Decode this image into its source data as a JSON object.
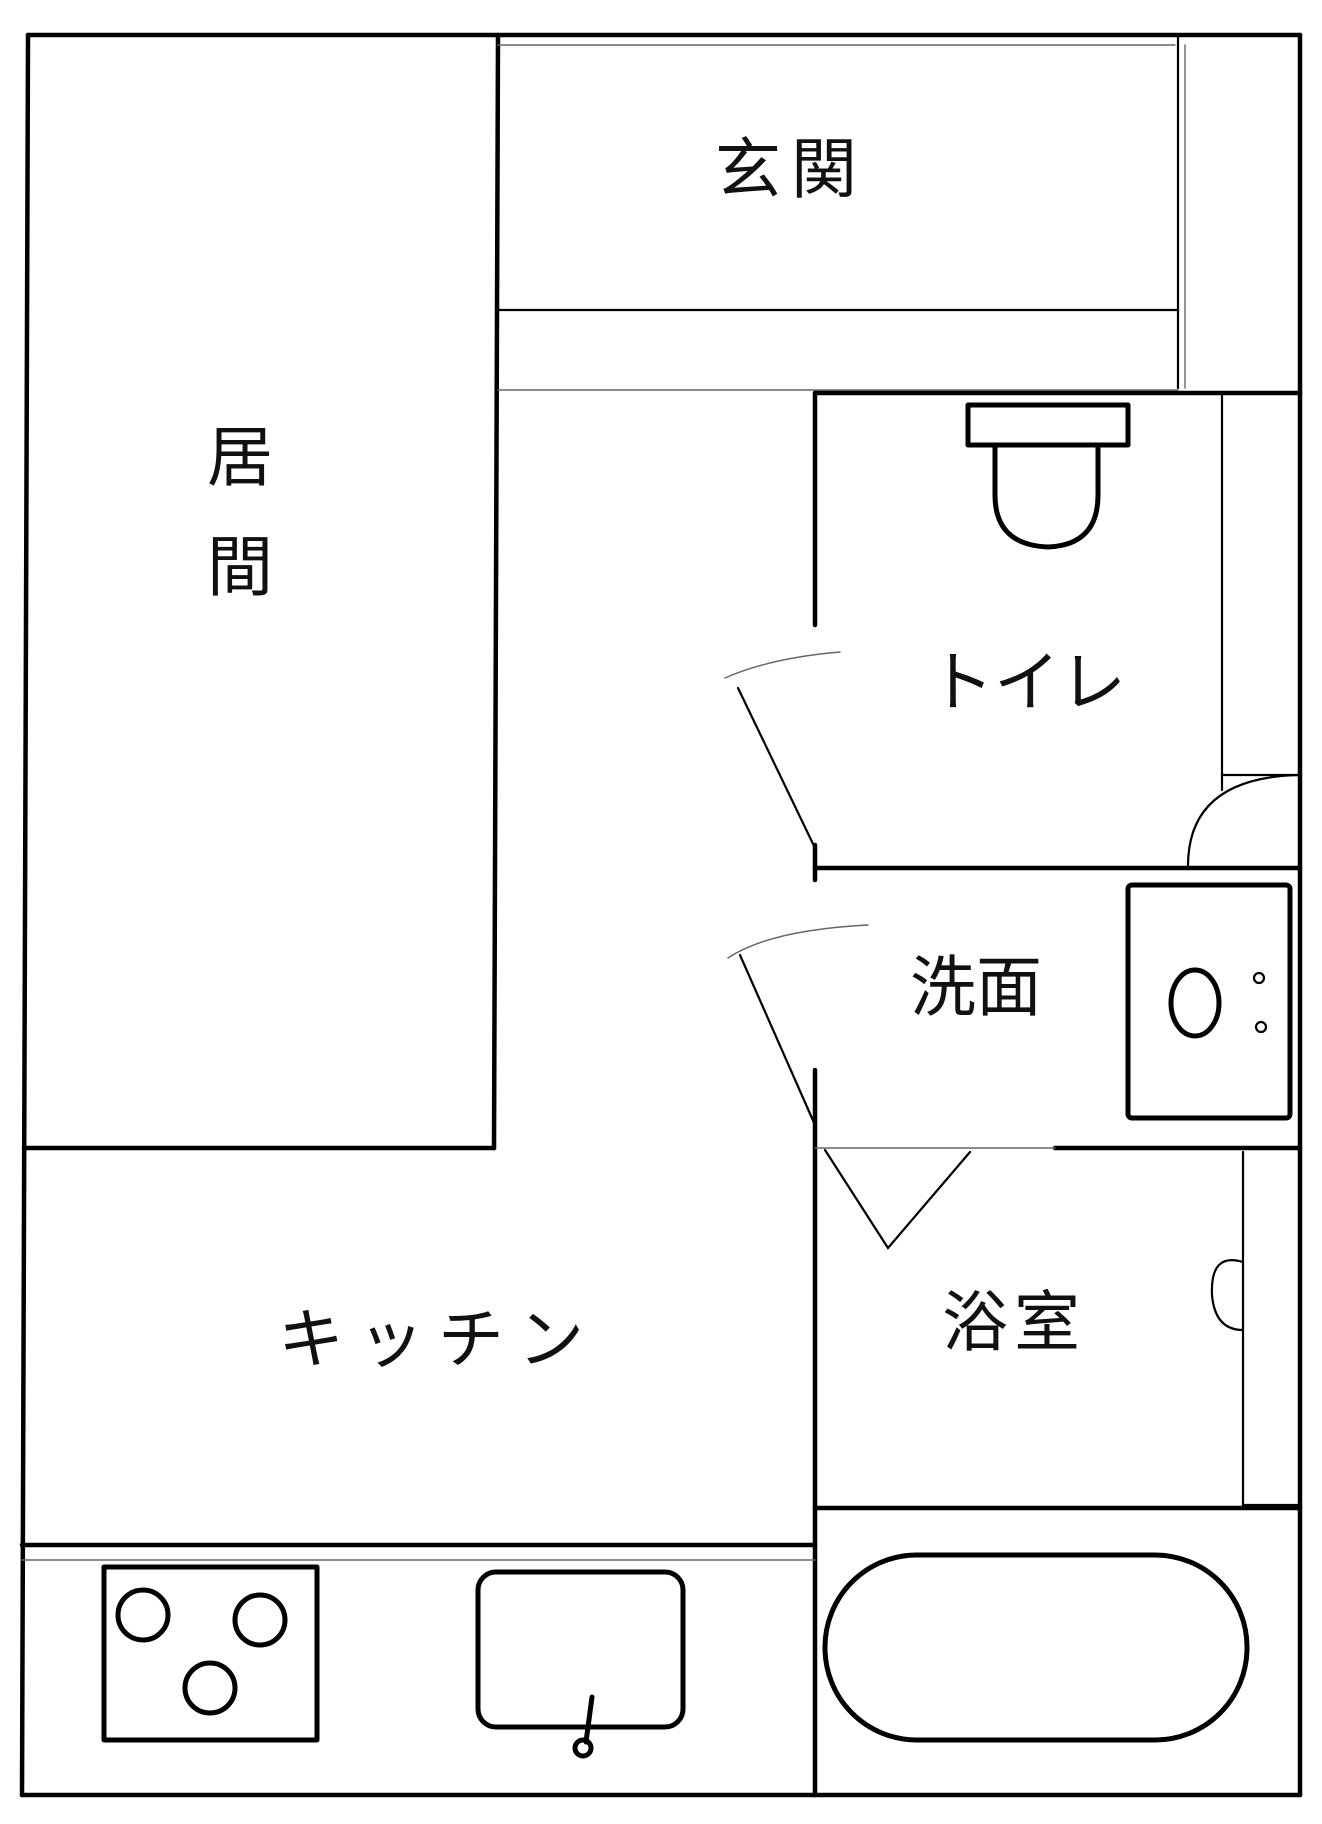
{
  "rooms": {
    "genkan": "玄関",
    "kyoma_1": "居",
    "kyoma_2": "間",
    "toilet": "トイレ",
    "senmen": "洗面",
    "kitchen": "キッチン",
    "yokushitsu": "浴室"
  },
  "fixtures": {
    "toilet": "toilet-icon",
    "wash_basin": "wash-basin-icon",
    "stove": "three-burner-stove-icon",
    "kitchen_sink": "kitchen-sink-icon",
    "bathtub": "bathtub-icon"
  },
  "colors": {
    "ink": "#000000",
    "paper": "#ffffff"
  }
}
